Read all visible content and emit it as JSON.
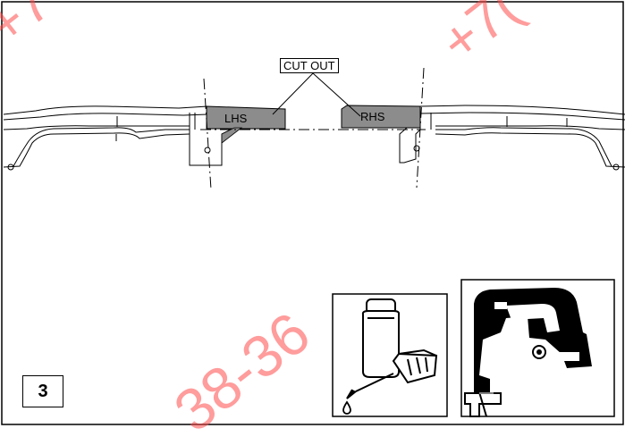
{
  "diagram": {
    "cutout_label": "CUT OUT",
    "left_side_label": "LHS",
    "right_side_label": "RHS",
    "step_number": "3"
  },
  "watermark": {
    "top_left": "+7",
    "top_right": "+7(",
    "bottom": "38-36"
  },
  "colors": {
    "line": "#000000",
    "cut_region_fill": "#8c8c8c",
    "watermark": "#ff4d4d",
    "background": "#ffffff"
  }
}
